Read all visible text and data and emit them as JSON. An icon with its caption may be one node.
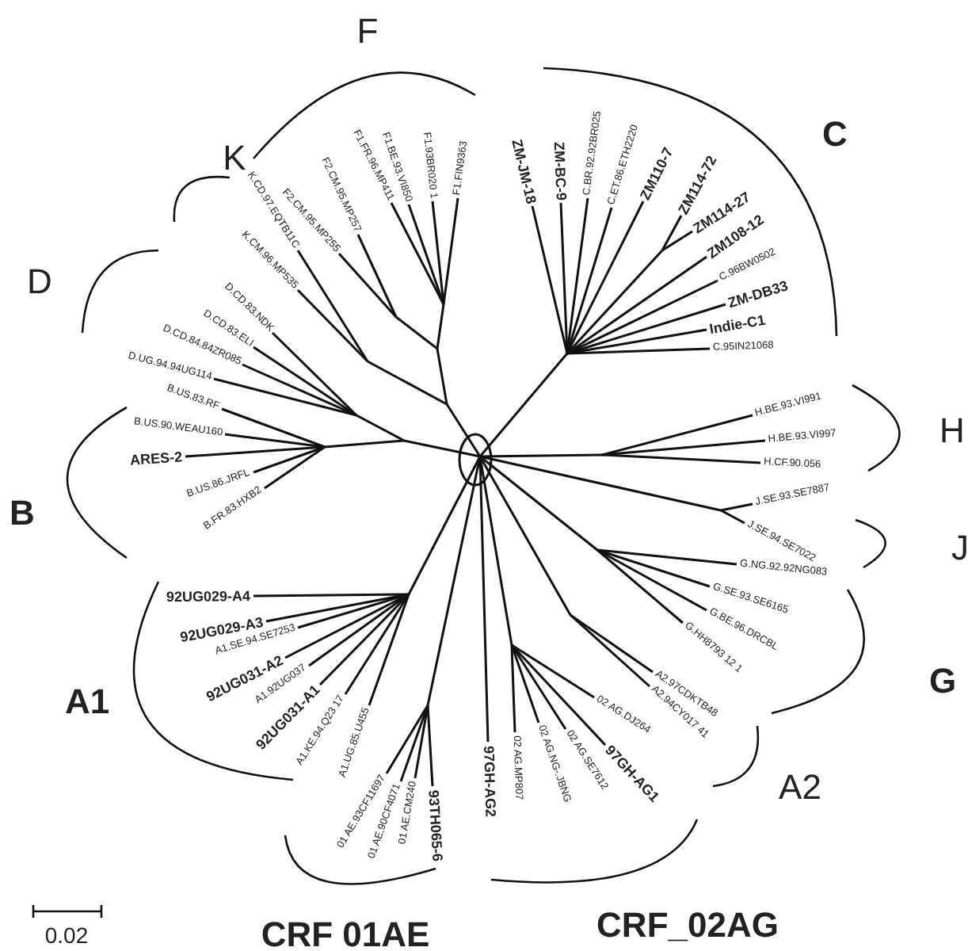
{
  "diagram": {
    "labels": [
      "F",
      "F1.FR.96.MP411",
      "F1.BE.93.VI850",
      "F1.93BR020 1",
      "F1.FIN9363",
      "F2.CM.95.MP257",
      "F2.CM.95.MP255",
      "K",
      "K.CD.97.EQTB11C",
      "K.CM.96.MP535",
      "C",
      "ZM-JM-18",
      "ZM-BC-9",
      "C.BR.92.92BR025",
      "C.ET.86.ETH2220",
      "ZM110-7",
      "ZM114-72",
      "ZM114-27",
      "ZM108-12",
      "C.96BW0502",
      "ZM-DB33",
      "Indie-C1",
      "C.95IN21068",
      "D",
      "D.CD.83.NDK",
      "D.CD.83.ELI",
      "D.CD.84.84ZR085",
      "D.UG.94.94UG114",
      "H",
      "H.BE.93.VI991",
      "H.BE.93.VI997",
      "H.CF.90.056",
      "B",
      "B.US.83.RF",
      "B.US.90.WEAU160",
      "ARES-2",
      "B.US.86.JRFL",
      "B.FR.83.HXB2",
      "J",
      "J.SE.93.SE7887",
      "J.SE.94.SE7022",
      "G",
      "G.NG.92.92NG083",
      "G.SE.93.SE6165",
      "G.BE.96.DRCBL",
      "G.HH8793 12 1",
      "A1",
      "92UG029-A4",
      "92UG029-A3",
      "A1.SE.94.SE7253",
      "92UG031-A2",
      "A1.92UG037",
      "92UG031-A1",
      "A1.KE.94.Q23 17",
      "A1.UG.85.U455",
      "A2",
      "A2.97CDKTB48",
      "A2.94CY017 41",
      "CRF 01AE",
      "01 AE.93CF11697",
      "01 AE.90CF4071",
      "01 AE.CM240",
      "93TH065-6",
      "CRF_02AG",
      "97GH-AG2",
      "02 AG.MP807",
      "02 AG.NG-.JBNG",
      "02 AG.SE7612",
      "97GH-AG1",
      "02 AG.DJ264",
      "0.02"
    ]
  }
}
